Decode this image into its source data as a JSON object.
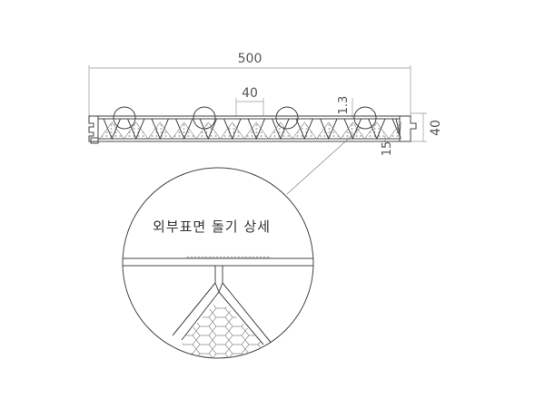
{
  "dimensions": {
    "overall_width": "500",
    "pitch": "40",
    "surface_bump": "1.3",
    "thickness": "40",
    "rib": "15"
  },
  "detail": {
    "title": "외부표면 돌기 상세"
  }
}
